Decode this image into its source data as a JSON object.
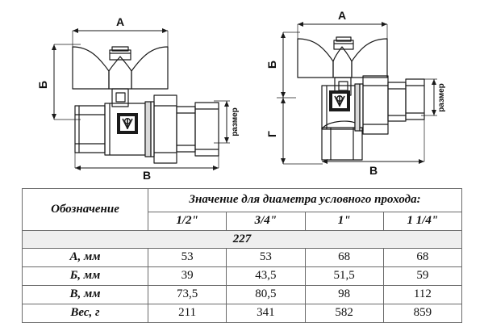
{
  "drawings": {
    "left": {
      "name": "straight-ball-valve-with-butterfly-handle",
      "dim_top": "А",
      "dim_left": "Б",
      "dim_bottom": "В",
      "dim_right": "размер",
      "logo": "valve-brand-logo"
    },
    "right": {
      "name": "angle-ball-valve-with-butterfly-handle",
      "dim_top": "А",
      "dim_left_upper": "Б",
      "dim_left_lower": "Г",
      "dim_bottom": "В",
      "dim_right": "размер",
      "logo": "valve-brand-logo"
    }
  },
  "table": {
    "header": {
      "col1": "Обозначение",
      "span_title": "Значение для диаметра условного прохода:",
      "sizes": [
        "1/2\"",
        "3/4\"",
        "1\"",
        "1 1/4\""
      ]
    },
    "model_row": "227",
    "rows": [
      {
        "label": "А, мм",
        "values": [
          "53",
          "53",
          "68",
          "68"
        ]
      },
      {
        "label": "Б, мм",
        "values": [
          "39",
          "43,5",
          "51,5",
          "59"
        ]
      },
      {
        "label": "В, мм",
        "values": [
          "73,5",
          "80,5",
          "98",
          "112"
        ]
      },
      {
        "label": "Вес, г",
        "values": [
          "211",
          "341",
          "582",
          "859"
        ]
      }
    ]
  },
  "colors": {
    "header_red": "#e8202a",
    "model_blue": "#1f5fa9",
    "grid": "#6b6b6b",
    "model_row_bg": "#efefef",
    "line": "#1a1a1a"
  }
}
